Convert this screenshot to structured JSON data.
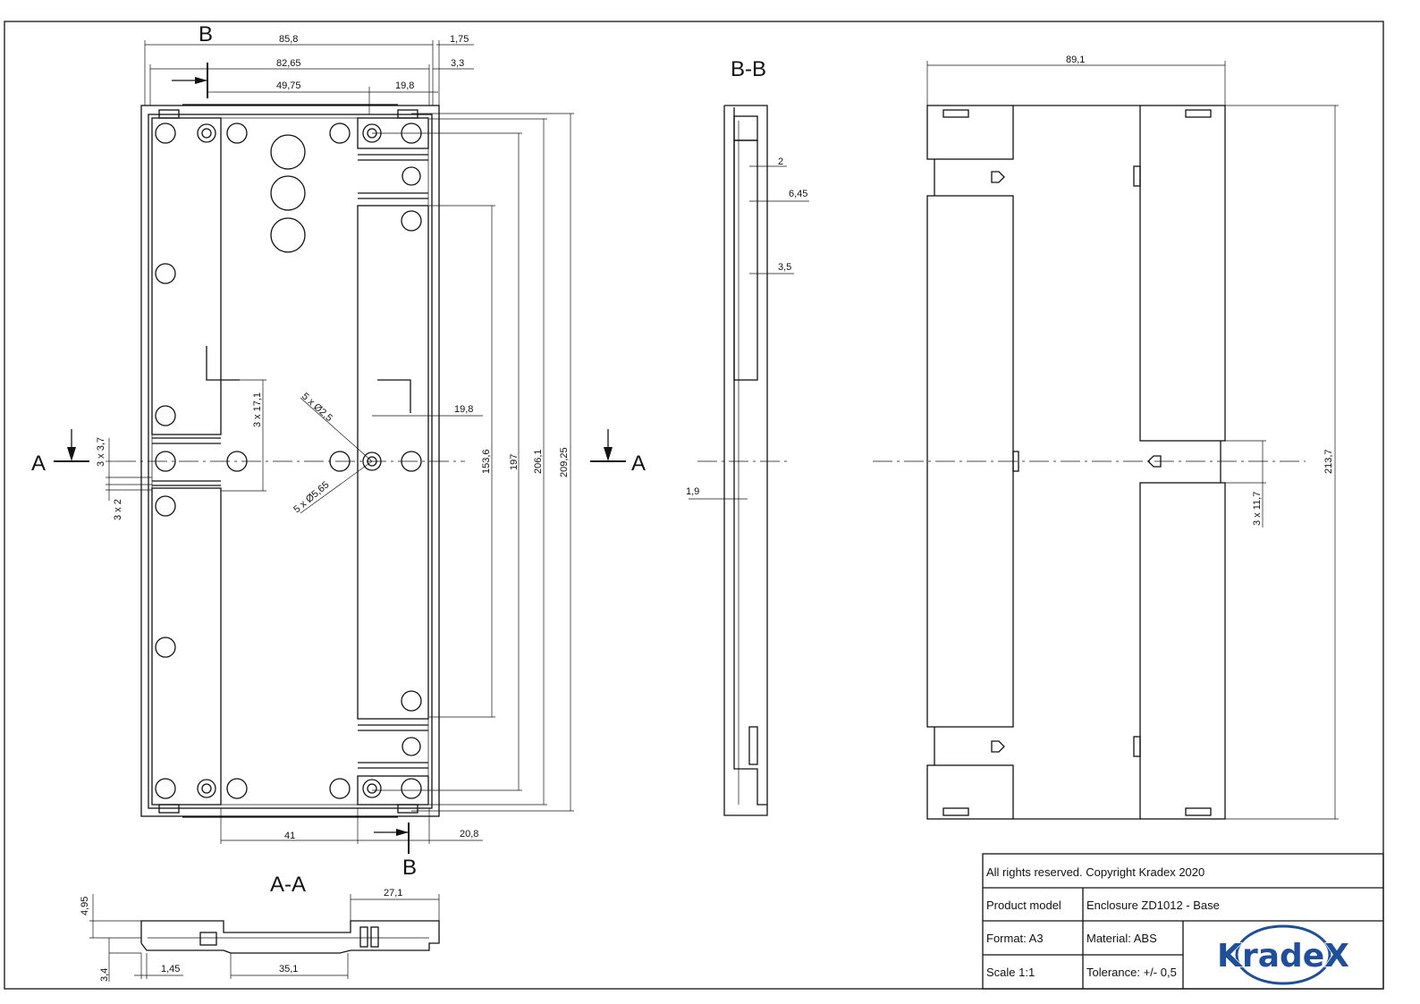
{
  "sections": {
    "top_view_marker": "B",
    "bottom_view_marker": "B",
    "section_a_left": "A",
    "section_a_right": "A",
    "section_aa_title": "A-A",
    "section_bb_title": "B-B"
  },
  "dimensions": {
    "top": [
      "85,8",
      "1,75",
      "82,65",
      "3,3",
      "49,75",
      "19,8"
    ],
    "vertical": [
      "153,6",
      "197",
      "206,1",
      "209,25"
    ],
    "holes": [
      "5 x Ø2,5",
      "5 x Ø5,65",
      "19,8"
    ],
    "ribs": [
      "3 x 17,1",
      "3 x 3,7",
      "3 x 2"
    ],
    "bottom": [
      "41",
      "20,8"
    ],
    "section_bb": [
      "2",
      "6,45",
      "3,5",
      "1,9"
    ],
    "section_aa": [
      "27,1",
      "4,95",
      "3,4",
      "1,45",
      "35,1"
    ],
    "side": [
      "89,1",
      "213,7",
      "3 x 11,7"
    ]
  },
  "title_block": {
    "copyright": "All rights reserved. Copyright Kradex 2020",
    "product_model_label": "Product model",
    "product_model_value": "Enclosure ZD1012 - Base",
    "format": "Format: A3",
    "material": "Material: ABS",
    "scale": "Scale 1:1",
    "tolerance": "Tolerance: +/- 0,5",
    "logo_text": "KradeX"
  },
  "colors": {
    "line": "#111111",
    "logo": "#1f4e9b"
  }
}
